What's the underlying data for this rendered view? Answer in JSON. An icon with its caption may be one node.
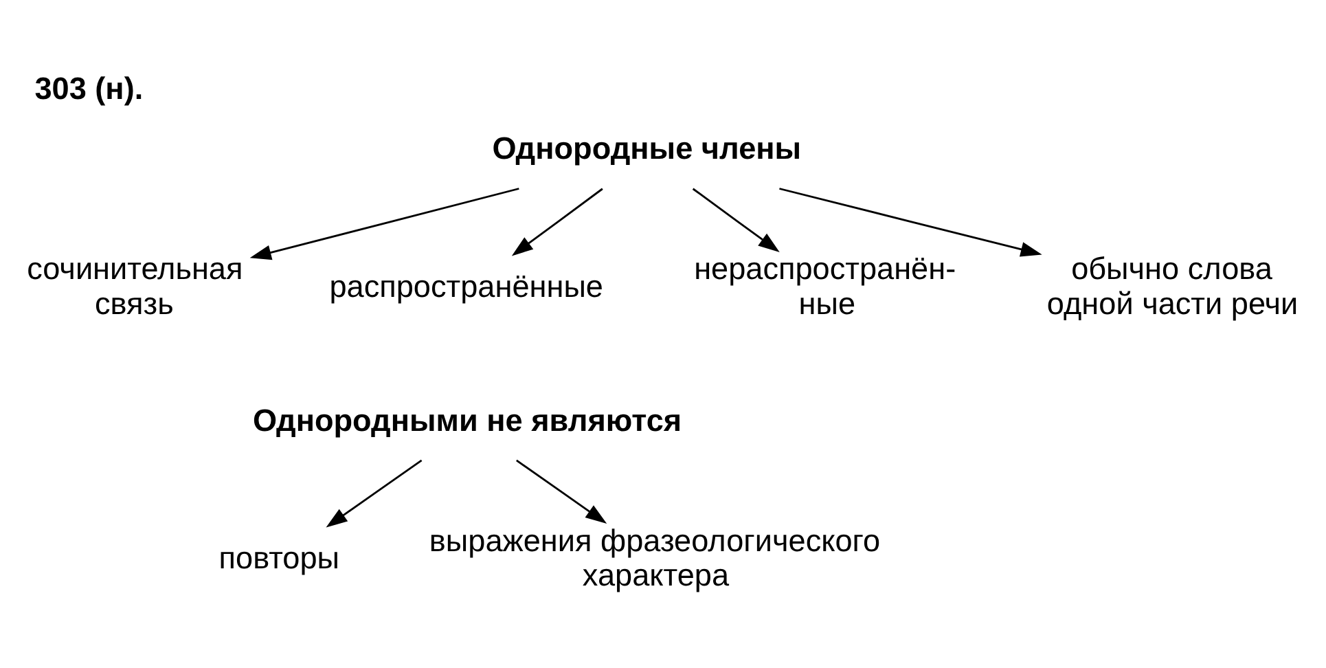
{
  "diagram": {
    "title": "303 (н).",
    "nodes": [
      {
        "text": [
          "Однородные члены"
        ]
      },
      {
        "text": [
          "сочинительная связь"
        ]
      },
      {
        "text": [
          "распространённые"
        ]
      },
      {
        "text": [
          "нераспространён- ные"
        ]
      },
      {
        "text": [
          "обычно слова одной части речи"
        ]
      },
      {
        "text": [
          "Однородными не являются"
        ]
      },
      {
        "text": [
          "повторы"
        ]
      },
      {
        "text": [
          "выражения фразеологического характера"
        ]
      }
    ],
    "edges": [
      {
        "from": 0,
        "to": 1,
        "arrow": "to"
      },
      {
        "from": 0,
        "to": 2,
        "arrow": "to"
      },
      {
        "from": 0,
        "to": 3,
        "arrow": "to"
      },
      {
        "from": 0,
        "to": 4,
        "arrow": "to"
      },
      {
        "from": 5,
        "to": 6,
        "arrow": "to"
      },
      {
        "from": 5,
        "to": 7,
        "arrow": "to"
      }
    ]
  }
}
